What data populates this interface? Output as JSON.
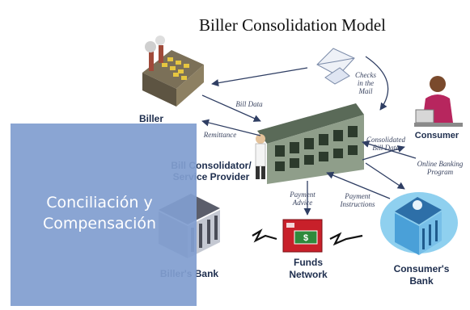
{
  "diagram": {
    "title": "Biller Consolidation Model",
    "nodes": {
      "biller": "Biller",
      "consumer": "Consumer",
      "consolidator_line1": "Bill Consolidator/",
      "consolidator_line2": "Service Provider",
      "billers_bank": "Biller's Bank",
      "funds_network_line1": "Funds",
      "funds_network_line2": "Network",
      "consumers_bank_line1": "Consumer's",
      "consumers_bank_line2": "Bank"
    },
    "flows": {
      "checks_line1": "Checks",
      "checks_line2": "in the",
      "checks_line3": "Mail",
      "bill_data": "Bill Data",
      "remittance": "Remittance",
      "consolidated_line1": "Consolidated",
      "consolidated_line2": "Bill Data",
      "online_banking_line1": "Online Banking",
      "online_banking_line2": "Program",
      "payment_advice_line1": "Payment",
      "payment_advice_line2": "Advice",
      "payment_instructions_line1": "Payment",
      "payment_instructions_line2": "Instructions"
    },
    "colors": {
      "overlay": "#819ed0",
      "arrow": "#2f3e63",
      "building_blue": "#4aa0d8",
      "funds_red": "#c8202a"
    },
    "icons": [
      "factory-icon",
      "envelope-icon",
      "person-at-desk-icon",
      "server-room-icon",
      "bank-building-icon",
      "funds-network-icon",
      "bank-building-icon"
    ]
  },
  "overlay": {
    "text": "Conciliación y\nCompensación"
  }
}
